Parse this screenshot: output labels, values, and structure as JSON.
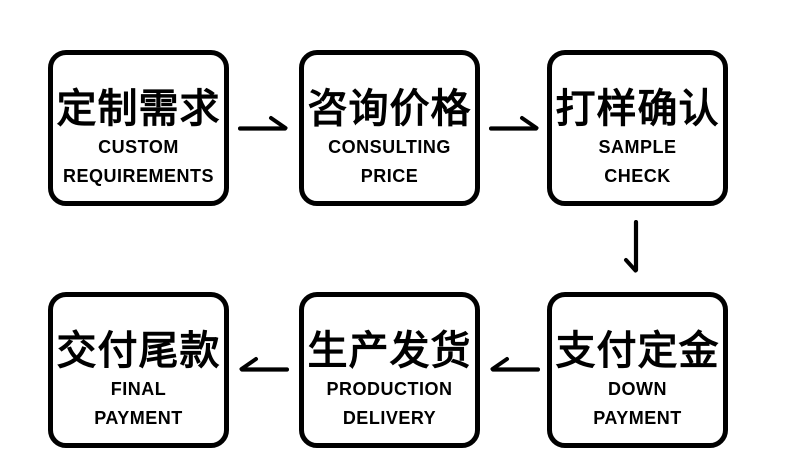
{
  "flow": {
    "title": "custom-order-process-flowchart",
    "colors": {
      "stroke": "#000000",
      "text": "#000000",
      "background": "#ffffff"
    },
    "steps": [
      {
        "zh": "定制需求",
        "en_line1": "CUSTOM",
        "en_line2": "REQUIREMENTS"
      },
      {
        "zh": "咨询价格",
        "en_line1": "CONSULTING",
        "en_line2": "PRICE"
      },
      {
        "zh": "打样确认",
        "en_line1": "SAMPLE",
        "en_line2": "CHECK"
      },
      {
        "zh": "支付定金",
        "en_line1": "DOWN",
        "en_line2": "PAYMENT"
      },
      {
        "zh": "生产发货",
        "en_line1": "PRODUCTION",
        "en_line2": "DELIVERY"
      },
      {
        "zh": "交付尾款",
        "en_line1": "FINAL",
        "en_line2": "PAYMENT"
      }
    ],
    "connectors": [
      {
        "icon": "arrow-right-icon",
        "from": "定制需求",
        "to": "咨询价格"
      },
      {
        "icon": "arrow-right-icon",
        "from": "咨询价格",
        "to": "打样确认"
      },
      {
        "icon": "arrow-down-icon",
        "from": "打样确认",
        "to": "支付定金"
      },
      {
        "icon": "arrow-left-icon",
        "from": "支付定金",
        "to": "生产发货"
      },
      {
        "icon": "arrow-left-icon",
        "from": "生产发货",
        "to": "交付尾款"
      }
    ]
  }
}
